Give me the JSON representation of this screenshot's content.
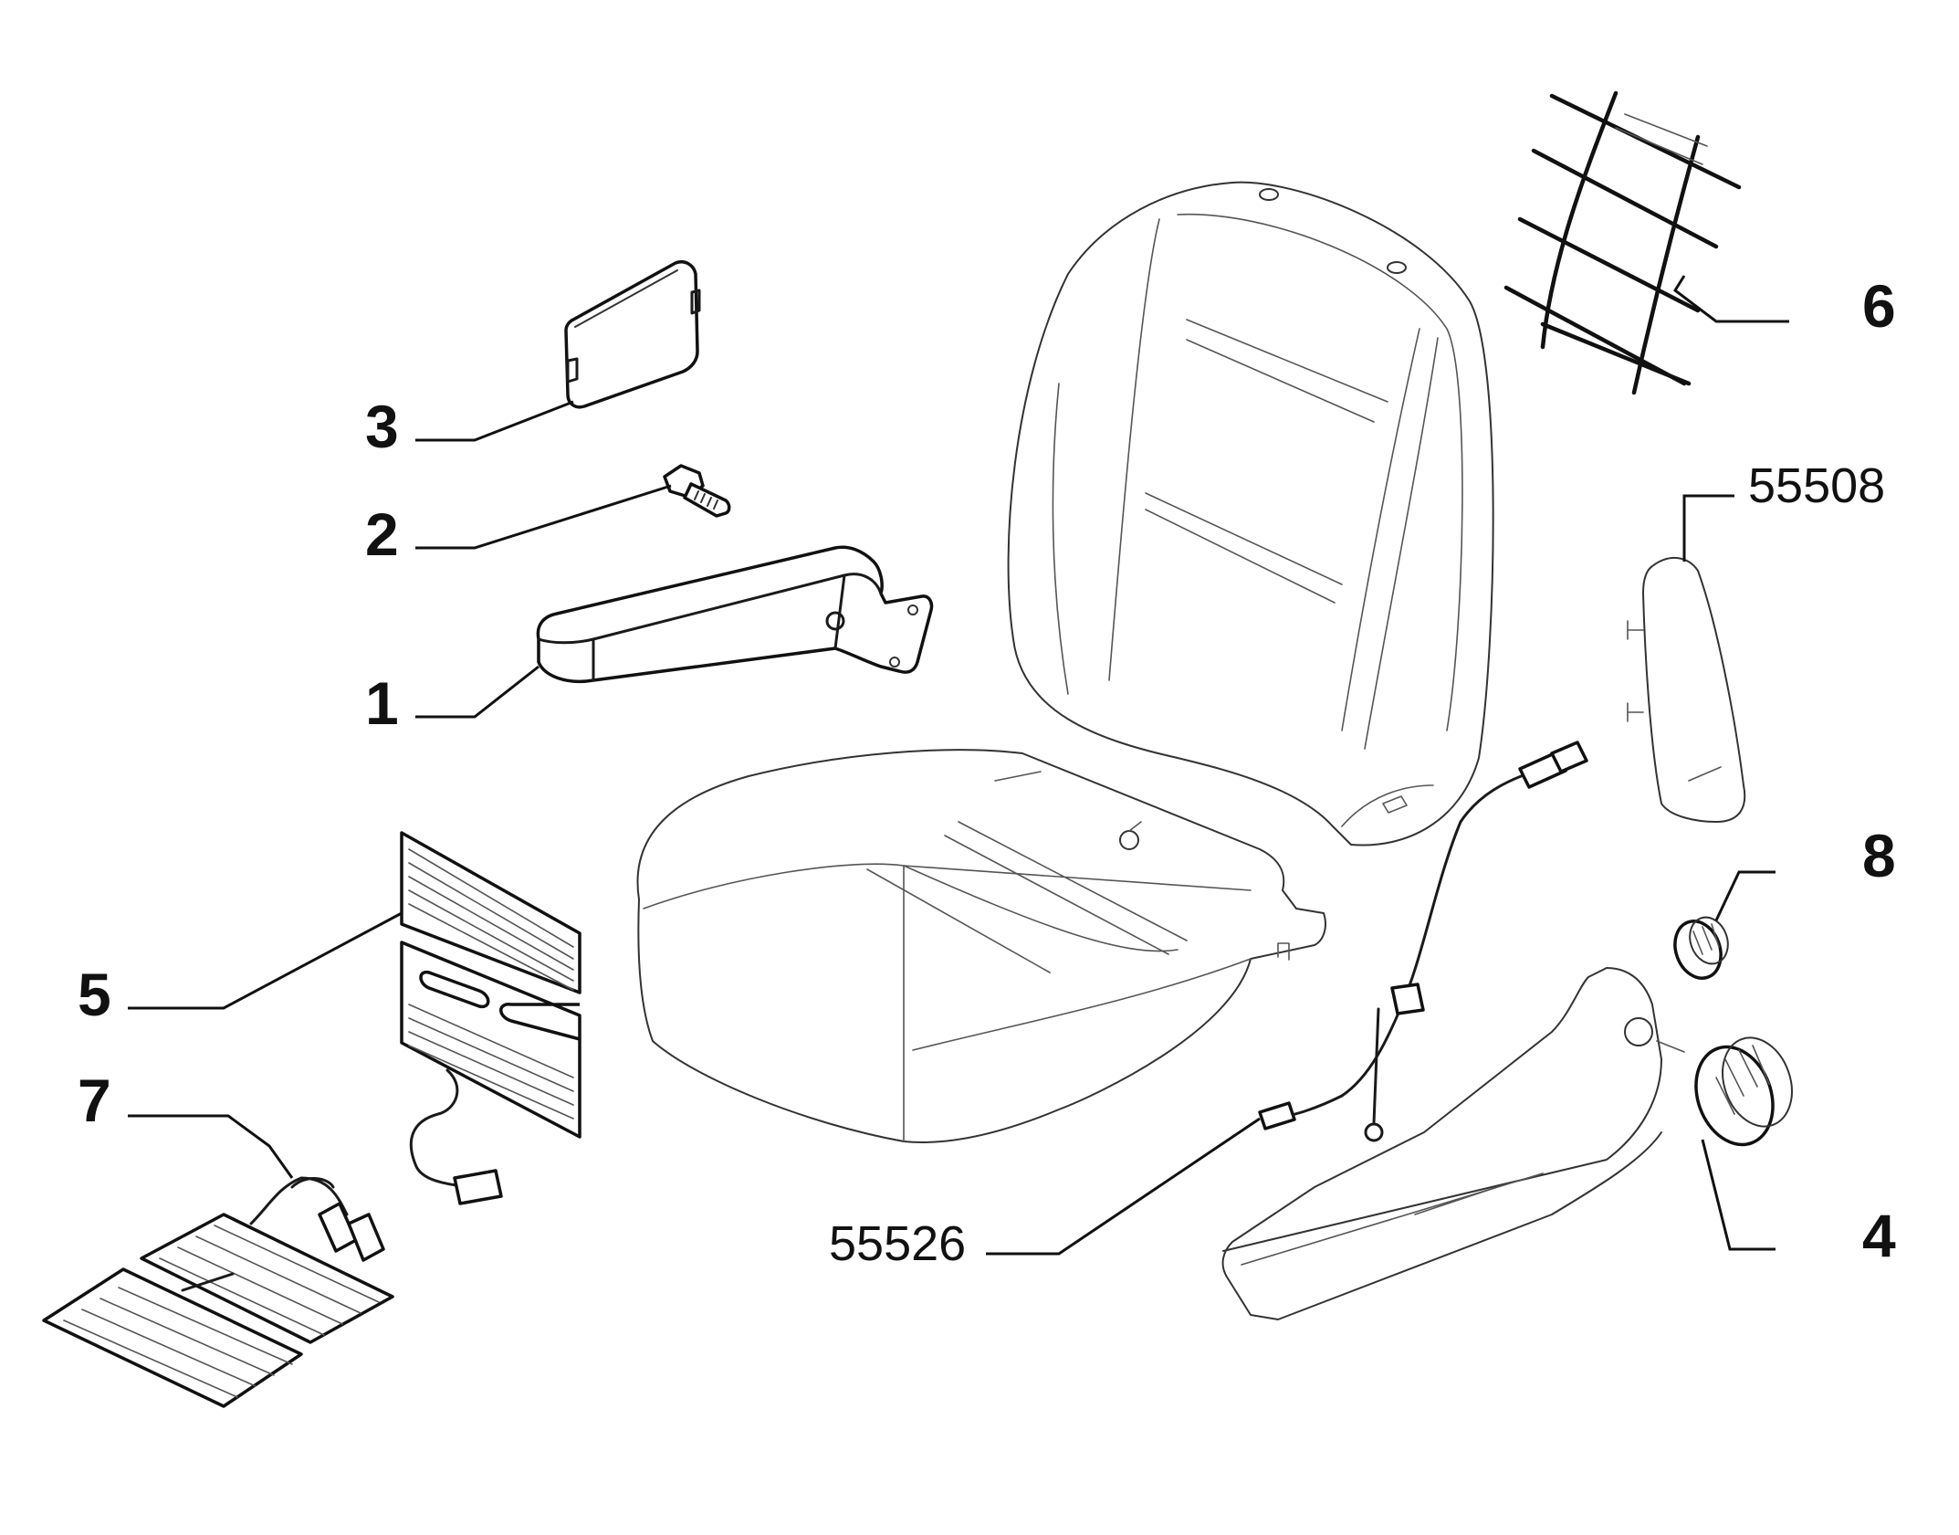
{
  "diagram": {
    "callouts": [
      {
        "id": "c1",
        "text": "1"
      },
      {
        "id": "c2",
        "text": "2"
      },
      {
        "id": "c3",
        "text": "3"
      },
      {
        "id": "c4",
        "text": "4"
      },
      {
        "id": "c5",
        "text": "5"
      },
      {
        "id": "c6",
        "text": "6"
      },
      {
        "id": "c7",
        "text": "7"
      },
      {
        "id": "c8",
        "text": "8"
      },
      {
        "id": "c55508",
        "text": "55508"
      },
      {
        "id": "c55526",
        "text": "55526"
      }
    ]
  }
}
